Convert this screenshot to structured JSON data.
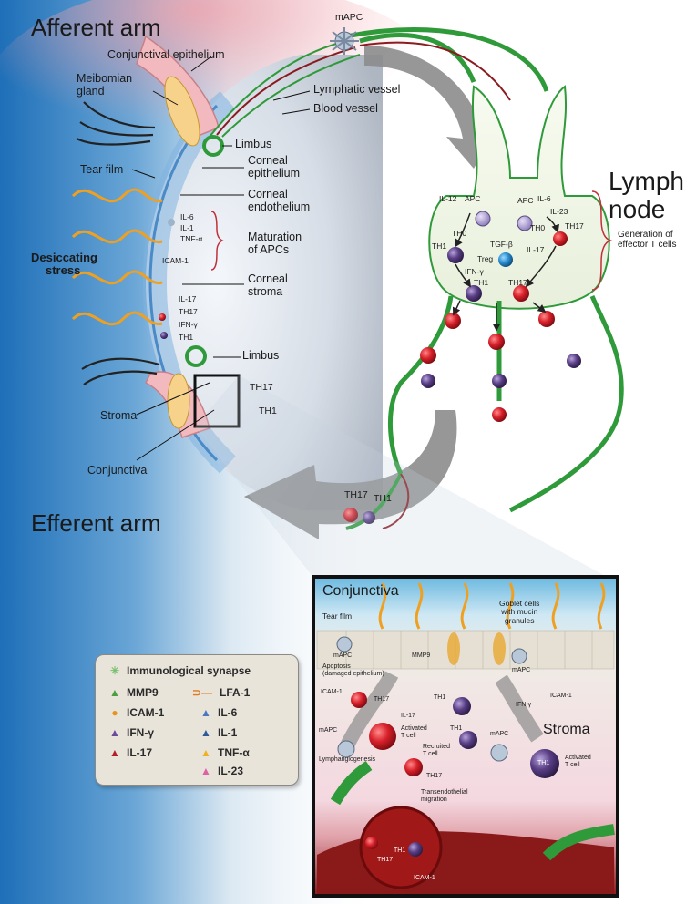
{
  "colors": {
    "th17": "#d8202a",
    "th1": "#5a3f86",
    "apc": "#9fb4c8",
    "treg": "#2a8fd0",
    "lymph": "#2f9a3a",
    "blood": "#8a1b20",
    "arrow": "#8c8c8c",
    "desiccation": "#f0a020",
    "brace": "#c0303a"
  },
  "titles": {
    "afferent": "Afferent arm",
    "efferent": "Efferent arm",
    "lymph_node": [
      "Lymph",
      "node"
    ]
  },
  "eye_labels": {
    "conjunctival_epithelium": "Conjunctival epithelium",
    "meibomian_gland": [
      "Meibomian",
      "gland"
    ],
    "lymphatic_vessel": "Lymphatic vessel",
    "blood_vessel": "Blood vessel",
    "limbus_top": "Limbus",
    "tear_film": "Tear film",
    "corneal_epithelium": [
      "Corneal",
      "epithelium"
    ],
    "corneal_endothelium": [
      "Corneal",
      "endothelium"
    ],
    "maturation": [
      "Maturation",
      "of APCs"
    ],
    "corneal_stroma": [
      "Corneal",
      "stroma"
    ],
    "limbus_bottom": "Limbus",
    "desiccating_stress": [
      "Desiccating",
      "stress"
    ],
    "stroma": "Stroma",
    "conjunctiva": "Conjunctiva",
    "mapc": "mAPC",
    "cytokines": {
      "il6": "IL-6",
      "il1": "IL-1",
      "tnf": "TNF-α",
      "icam1": "ICAM-1",
      "il17": "IL-17",
      "th17": "TH17",
      "ifng": "IFN-γ",
      "th1": "TH1"
    },
    "box_th17": "TH17",
    "box_th1": "TH1",
    "efferent_th17": "TH17",
    "efferent_th1": "TH1"
  },
  "lymph_node_labels": {
    "il12": "IL-12",
    "apc_left": "APC",
    "apc_right": "APC",
    "il6": "IL-6",
    "il23": "IL-23",
    "th0_left": "TH0",
    "th0_right": "TH0",
    "th17_top": "TH17",
    "th1_left": "TH1",
    "tgfb": "TGF-β",
    "treg": "Treg",
    "il17": "IL-17",
    "ifng": "IFN-γ",
    "th1_bottom": "TH1",
    "th17_bottom": "TH17",
    "generation": [
      "Generation of",
      "effector T cells"
    ]
  },
  "inset_labels": {
    "conjunctiva": "Conjunctiva",
    "tear_film": "Tear film",
    "goblet": [
      "Goblet cells",
      "with mucin",
      "granules"
    ],
    "mapc_top": "mAPC",
    "mmp9": "MMP9",
    "apoptosis": [
      "Apoptosis",
      "(damaged epithelium)"
    ],
    "mapc_right": "mAPC",
    "icam1_left": "ICAM-1",
    "icam1_right": "ICAM-1",
    "th17_a": "TH17",
    "il17": "IL-17",
    "th1_a": "TH1",
    "th1_b": "TH1",
    "ifng": "IFN-γ",
    "mapc_left": "mAPC",
    "activated_left": [
      "Activated",
      "T cell"
    ],
    "mapc_mid": "mAPC",
    "stroma": "Stroma",
    "recruited": [
      "Recruited",
      "T cell"
    ],
    "lymphangiogenesis": "Lymphangiogenesis",
    "th17_b": "TH17",
    "th1_act": "TH1",
    "activated_right": [
      "Activated",
      "T cell"
    ],
    "transendothelial": [
      "Transendothelial",
      "migration"
    ],
    "th1_vessel": "TH1",
    "th17_vessel": "TH17",
    "icam1_bottom": "ICAM-1"
  },
  "legend": {
    "synapse": "Immunological synapse",
    "items": [
      {
        "symbol": "▲",
        "color": "#4aa040",
        "label": "MMP9"
      },
      {
        "symbol": "●",
        "color": "#e8931e",
        "label": "ICAM-1"
      },
      {
        "symbol": "▲",
        "color": "#6a4a9a",
        "label": "IFN-γ"
      },
      {
        "symbol": "▲",
        "color": "#b52025",
        "label": "IL-17"
      },
      {
        "symbol": "⊃—",
        "color": "#e07a1e",
        "label": "LFA-1"
      },
      {
        "symbol": "▲",
        "color": "#4a78c0",
        "label": "IL-6"
      },
      {
        "symbol": "▲",
        "color": "#2a5a9a",
        "label": "IL-1"
      },
      {
        "symbol": "▲",
        "color": "#f0b020",
        "label": "TNF-α"
      },
      {
        "symbol": "▲",
        "color": "#e060a8",
        "label": "IL-23"
      }
    ]
  }
}
